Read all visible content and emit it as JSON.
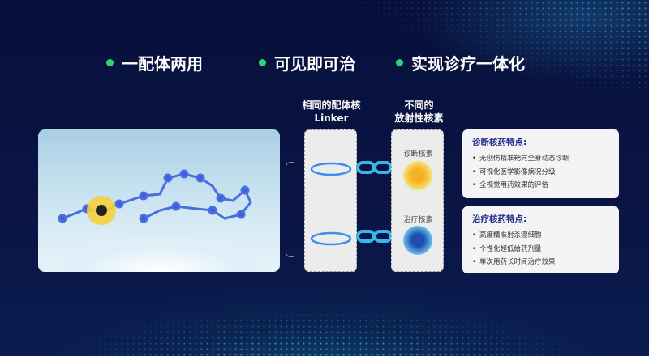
{
  "headlines": [
    "一配体两用",
    "可见即可治",
    "实现诊疗一体化"
  ],
  "column1": {
    "line1": "相同的配体核",
    "line2": "Linker"
  },
  "column2": {
    "line1": "不同的",
    "line2": "放射性核素"
  },
  "nuclides": [
    {
      "label": "诊断核素",
      "color": "#f2d43a"
    },
    {
      "label": "治疗核素",
      "color": "#4aa3e0"
    }
  ],
  "cards": [
    {
      "title": "诊断核药特点:",
      "items": [
        "无创伤精准靶向全身动态诊断",
        "可视化医学影像病况分级",
        "全视觉用药效果的评估"
      ]
    },
    {
      "title": "治疗核药特点:",
      "items": [
        "高度精准射杀癌细胞",
        "个性化超低给药剂量",
        "单次用药长时间治疗效果"
      ]
    }
  ],
  "colors": {
    "background": "#07103a",
    "bullet": "#2fd17a",
    "card_title": "#24308c",
    "chain": "#38b6e8"
  }
}
